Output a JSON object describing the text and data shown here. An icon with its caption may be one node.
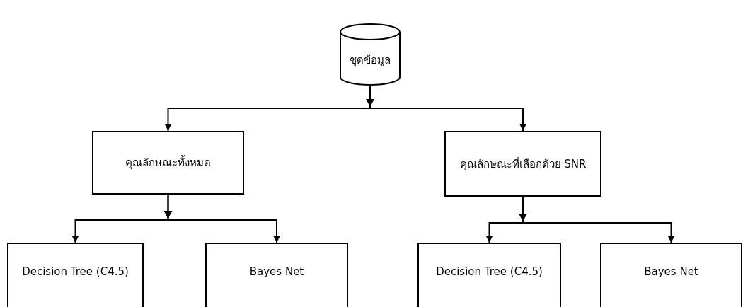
{
  "diagram": {
    "nodes": [
      {
        "text": [
          "ชุดข้อมูล"
        ]
      },
      {
        "text": [
          "คุณลักษณะทั้งหมด"
        ]
      },
      {
        "text": [
          "คุณลักษณะที่เลือกด้วย SNR"
        ]
      },
      {
        "text": [
          "Decision Tree (C4.5)"
        ]
      },
      {
        "text": [
          "Bayes Net"
        ]
      },
      {
        "text": [
          "Decision Tree (C4.5)"
        ]
      },
      {
        "text": [
          "Bayes Net"
        ]
      }
    ],
    "edges": [
      {
        "from": 0,
        "to": 1,
        "arrow": "to"
      },
      {
        "from": 0,
        "to": 2,
        "arrow": "to"
      },
      {
        "from": 1,
        "to": 3,
        "arrow": "to"
      },
      {
        "from": 1,
        "to": 4,
        "arrow": "to"
      },
      {
        "from": 2,
        "to": 5,
        "arrow": "to"
      },
      {
        "from": 2,
        "to": 6,
        "arrow": "to"
      }
    ]
  }
}
